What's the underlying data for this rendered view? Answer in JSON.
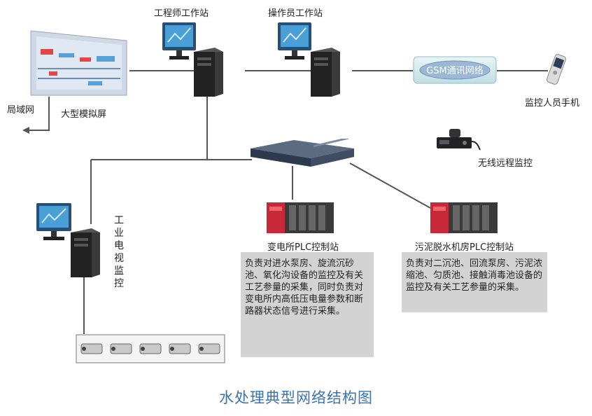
{
  "nodes": {
    "engineer_ws": "工程师工作站",
    "operator_ws": "操作员工作站",
    "big_screen": "大型模拟屏",
    "lan": "局域网",
    "gsm": "GSM通讯网络",
    "phone": "监控人员手机",
    "wireless": "无线远程监控",
    "cctv": "工业电视监控",
    "substation_plc": "变电所PLC控制站",
    "dewater_plc": "污泥脱水机房PLC控制站"
  },
  "notes": {
    "substation": "负责对进水泵房、旋流沉砂池、氧化沟设备的监控及有关工艺参量的采集，同时负责对变电所内高低压电量参数和断路器状态信号进行采集。",
    "dewater": "负责对二沉池、回流泵房、污泥浓缩池、匀质池、接触消毒池设备的监控及有关工艺参量的采集。"
  },
  "caption": "水处理典型网络结构图",
  "colors": {
    "caption": "#3a73b3",
    "note_bg": "#d3d3d3",
    "wire": "#555555",
    "plc_red": "#c8283a"
  }
}
